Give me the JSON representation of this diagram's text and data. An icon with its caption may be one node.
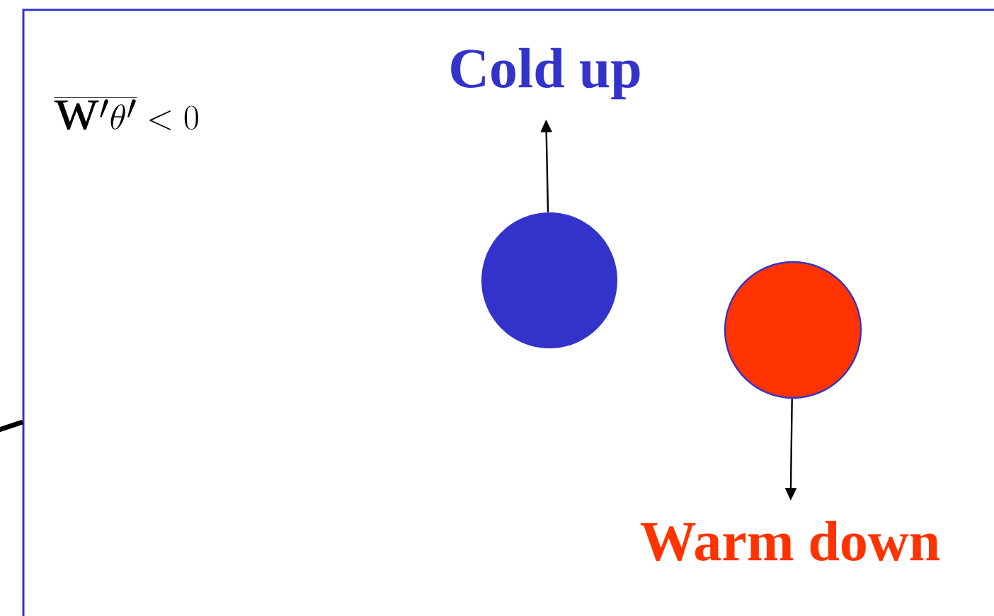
{
  "diagram": {
    "nodes": [
      {
        "text": [
          "Cold up"
        ]
      },
      {
        "text": [],
        "shape": "circle"
      },
      {
        "text": [],
        "shape": "circle"
      },
      {
        "text": [
          "Warm down"
        ]
      }
    ],
    "edges": [
      {
        "from": 1,
        "to": 0,
        "arrow": "to"
      },
      {
        "from": 2,
        "to": 3,
        "arrow": "to"
      }
    ],
    "labels": [
      "\\overline{\\mathrm{w}'\\theta'} < 0"
    ]
  }
}
